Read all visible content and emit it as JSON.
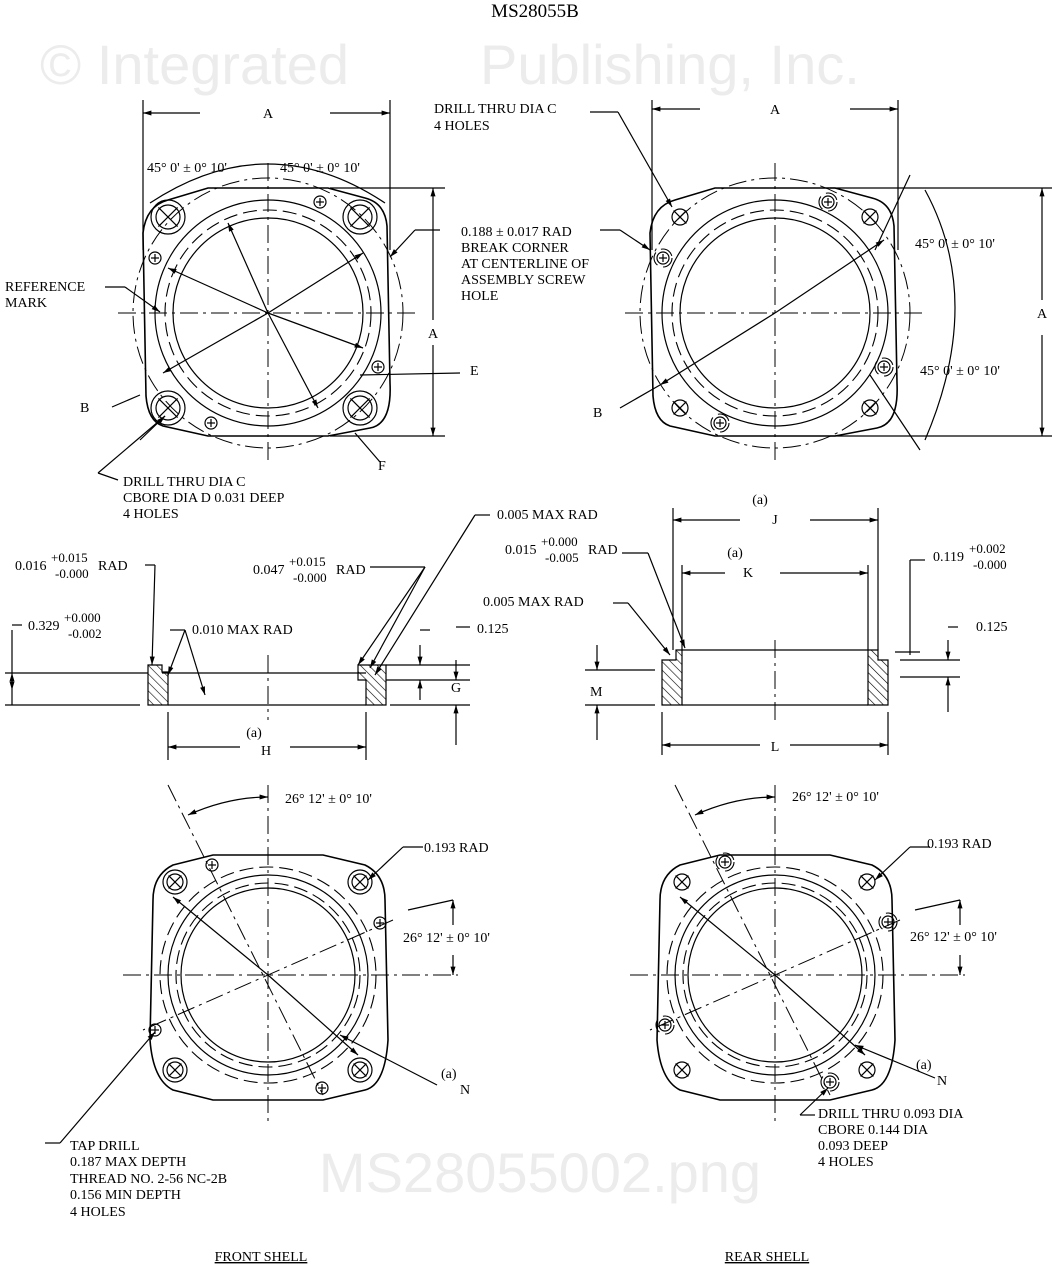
{
  "title": "MS28055B",
  "watermark": [
    "© Integrated",
    "Publishing, Inc.",
    "MS28055002.png"
  ],
  "front_top": {
    "dim_a_horizontal": "A",
    "dim_a_vertical": "A",
    "angle_left": "45° 0' ± 0° 10'",
    "angle_right": "45° 0' ± 0° 10'",
    "break_corner": [
      "0.188 ± 0.017 RAD",
      "BREAK CORNER",
      "AT CENTERLINE OF",
      "ASSEMBLY SCREW",
      "HOLE"
    ],
    "reference_mark": [
      "REFERENCE",
      "MARK"
    ],
    "label_e": "E",
    "label_b": "B",
    "label_f": "F",
    "drill_note": [
      "DRILL THRU DIA C",
      "CBORE DIA D 0.031 DEEP",
      "4 HOLES"
    ]
  },
  "rear_top": {
    "drill_note": [
      "DRILL THRU DIA C",
      "4 HOLES"
    ],
    "dim_a_horizontal": "A",
    "dim_a_vertical": "A",
    "angle_upper": "45° 0' ± 0° 10'",
    "angle_lower": "45° 0' ± 0° 10'",
    "label_b": "B"
  },
  "front_section": {
    "rad_016": {
      "base": "0.016",
      "plus": "+0.015",
      "minus": "-0.000",
      "suffix": "RAD"
    },
    "rad_047": {
      "base": "0.047",
      "plus": "+0.015",
      "minus": "-0.000",
      "suffix": "RAD"
    },
    "max_rad_005": "0.005 MAX RAD",
    "dim_329": {
      "base": "0.329",
      "plus": "+0.000",
      "minus": "-0.002"
    },
    "max_rad_010": "0.010 MAX RAD",
    "dim_125": "0.125",
    "label_g": "G",
    "note_a": "(a)",
    "label_h": "H"
  },
  "rear_section": {
    "note_a_j": "(a)",
    "label_j": "J",
    "rad_015": {
      "base": "0.015",
      "plus": "+0.000",
      "minus": "-0.005",
      "suffix": "RAD"
    },
    "note_a_k": "(a)",
    "label_k": "K",
    "max_rad_005": "0.005 MAX RAD",
    "dim_119": {
      "base": "0.119",
      "plus": "+0.002",
      "minus": "-0.000"
    },
    "dim_125": "0.125",
    "label_m": "M",
    "label_l": "L"
  },
  "front_bottom": {
    "angle_top": "26° 12' ± 0° 10'",
    "rad_193": "0.193 RAD",
    "angle_right": "26° 12' ± 0° 10'",
    "note_a": "(a)",
    "label_n": "N",
    "tap_note": [
      "TAP DRILL",
      "0.187 MAX DEPTH",
      "THREAD NO. 2-56 NC-2B",
      "0.156 MIN DEPTH",
      "4 HOLES"
    ],
    "caption": "FRONT SHELL"
  },
  "rear_bottom": {
    "angle_top": "26° 12' ± 0° 10'",
    "rad_193": "0.193 RAD",
    "angle_right": "26° 12' ± 0° 10'",
    "note_a": "(a)",
    "label_n": "N",
    "drill_note": [
      "DRILL THRU 0.093 DIA",
      "CBORE 0.144 DIA",
      "0.093 DEEP",
      "4 HOLES"
    ],
    "caption": "REAR SHELL"
  }
}
